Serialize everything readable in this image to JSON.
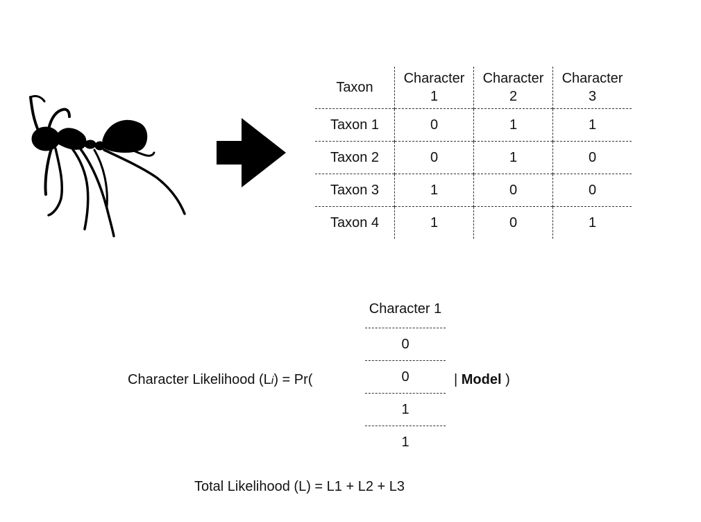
{
  "matrix": {
    "header": [
      "Taxon",
      "Character 1",
      "Character 2",
      "Character 3"
    ],
    "rows": [
      [
        "Taxon 1",
        "0",
        "1",
        "1"
      ],
      [
        "Taxon 2",
        "0",
        "1",
        "0"
      ],
      [
        "Taxon 3",
        "1",
        "0",
        "0"
      ],
      [
        "Taxon 4",
        "1",
        "0",
        "1"
      ]
    ]
  },
  "formula": {
    "label_prefix": "Character Likelihood (L",
    "label_subscript": "i",
    "label_suffix": ")  = Pr(",
    "vector_header": "Character 1",
    "vector_values": [
      "0",
      "0",
      "1",
      "1"
    ],
    "bar": "|",
    "model": "Model",
    "close": ")"
  },
  "total": "Total Likelihood  (L) = L1 + L2 + L3",
  "icons": [
    "ant-silhouette-icon",
    "right-arrow-icon"
  ]
}
